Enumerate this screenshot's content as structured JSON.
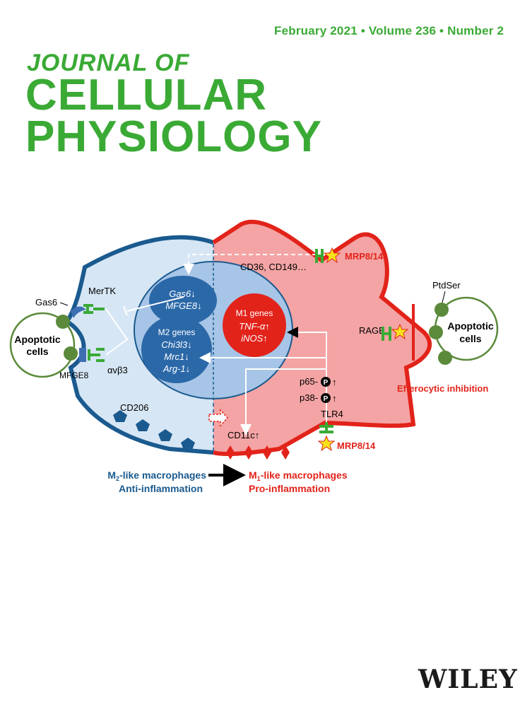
{
  "issue_line": "February 2021 • Volume 236 • Number 2",
  "journal": {
    "line1": "JOURNAL OF",
    "line2": "CELLULAR",
    "line3": "PHYSIOLOGY"
  },
  "publisher": "WILEY",
  "colors": {
    "green": "#3aaa35",
    "blue": "#1a5a8e",
    "red": "#e2231a",
    "light_blue": "#d6e6f5",
    "light_red": "#f4a4a4"
  },
  "diagram": {
    "apoptotic_cells_label": "Apoptotic\ncells",
    "gas6": "Gas6",
    "mertk": "MerTK",
    "mfge8": "MFGE8",
    "integrin": "αvβ3",
    "cd206": "CD206",
    "cd36": "CD36, CD149…",
    "mrp_top": "MRP8/14",
    "mrp_bottom": "MRP8/14",
    "rage": "RAGE",
    "tlr4": "TLR4",
    "ptdser": "PtdSer",
    "p65": "p65-",
    "p38": "p38-",
    "phospho": "P",
    "cd11c": "CD11c↑",
    "efferocytic": "Efferocytic inhibition",
    "nucleus_top": [
      "Gas6↓",
      "MFGE8↓"
    ],
    "m2_genes_title": "M2 genes",
    "m2_genes": [
      "Chi3l3↓",
      "Mrc1↓",
      "Arg-1↓"
    ],
    "m1_genes_title": "M1 genes",
    "m1_genes": [
      "TNF-α↑",
      "iNOS↑"
    ],
    "m2_label": "M2-like macrophages",
    "m2_sub": "Anti-inflammation",
    "m1_label": "M1-like macrophages",
    "m1_sub": "Pro-inflammation"
  }
}
